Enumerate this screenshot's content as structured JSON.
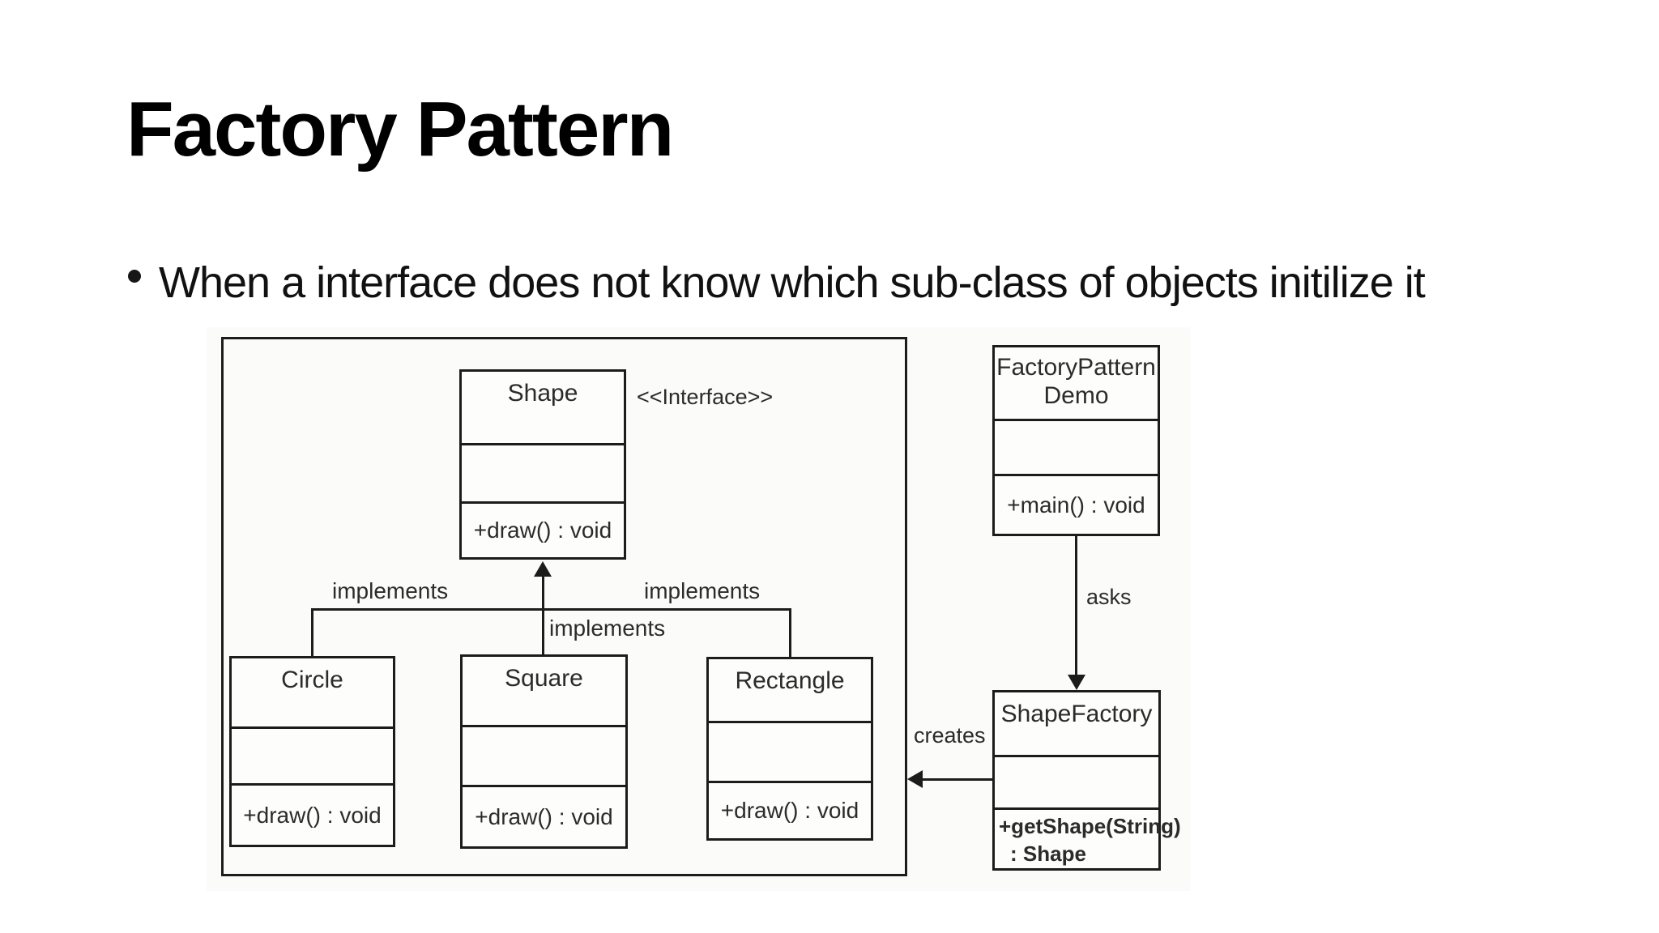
{
  "slide": {
    "title": "Factory Pattern",
    "bullet": "When a interface does not know which sub-class of objects initilize it"
  },
  "diagram": {
    "interface_stereotype": "<<Interface>>",
    "labels": {
      "implements_left": "implements",
      "implements_center": "implements",
      "implements_right": "implements",
      "asks": "asks",
      "creates": "creates"
    },
    "classes": {
      "shape": {
        "name": "Shape",
        "method": "+draw() : void"
      },
      "circle": {
        "name": "Circle",
        "method": "+draw() : void"
      },
      "square": {
        "name": "Square",
        "method": "+draw() : void"
      },
      "rectangle": {
        "name": "Rectangle",
        "method": "+draw() : void"
      },
      "factory_demo": {
        "name_line1": "FactoryPattern",
        "name_line2": "Demo",
        "method": "+main() : void"
      },
      "shape_factory": {
        "name": "ShapeFactory",
        "method_line1": "+getShape(String)",
        "method_line2": ": Shape"
      }
    },
    "colors": {
      "line": "#1c1c1c",
      "text": "#2b2b2b",
      "background": "#fbfbfa"
    }
  }
}
